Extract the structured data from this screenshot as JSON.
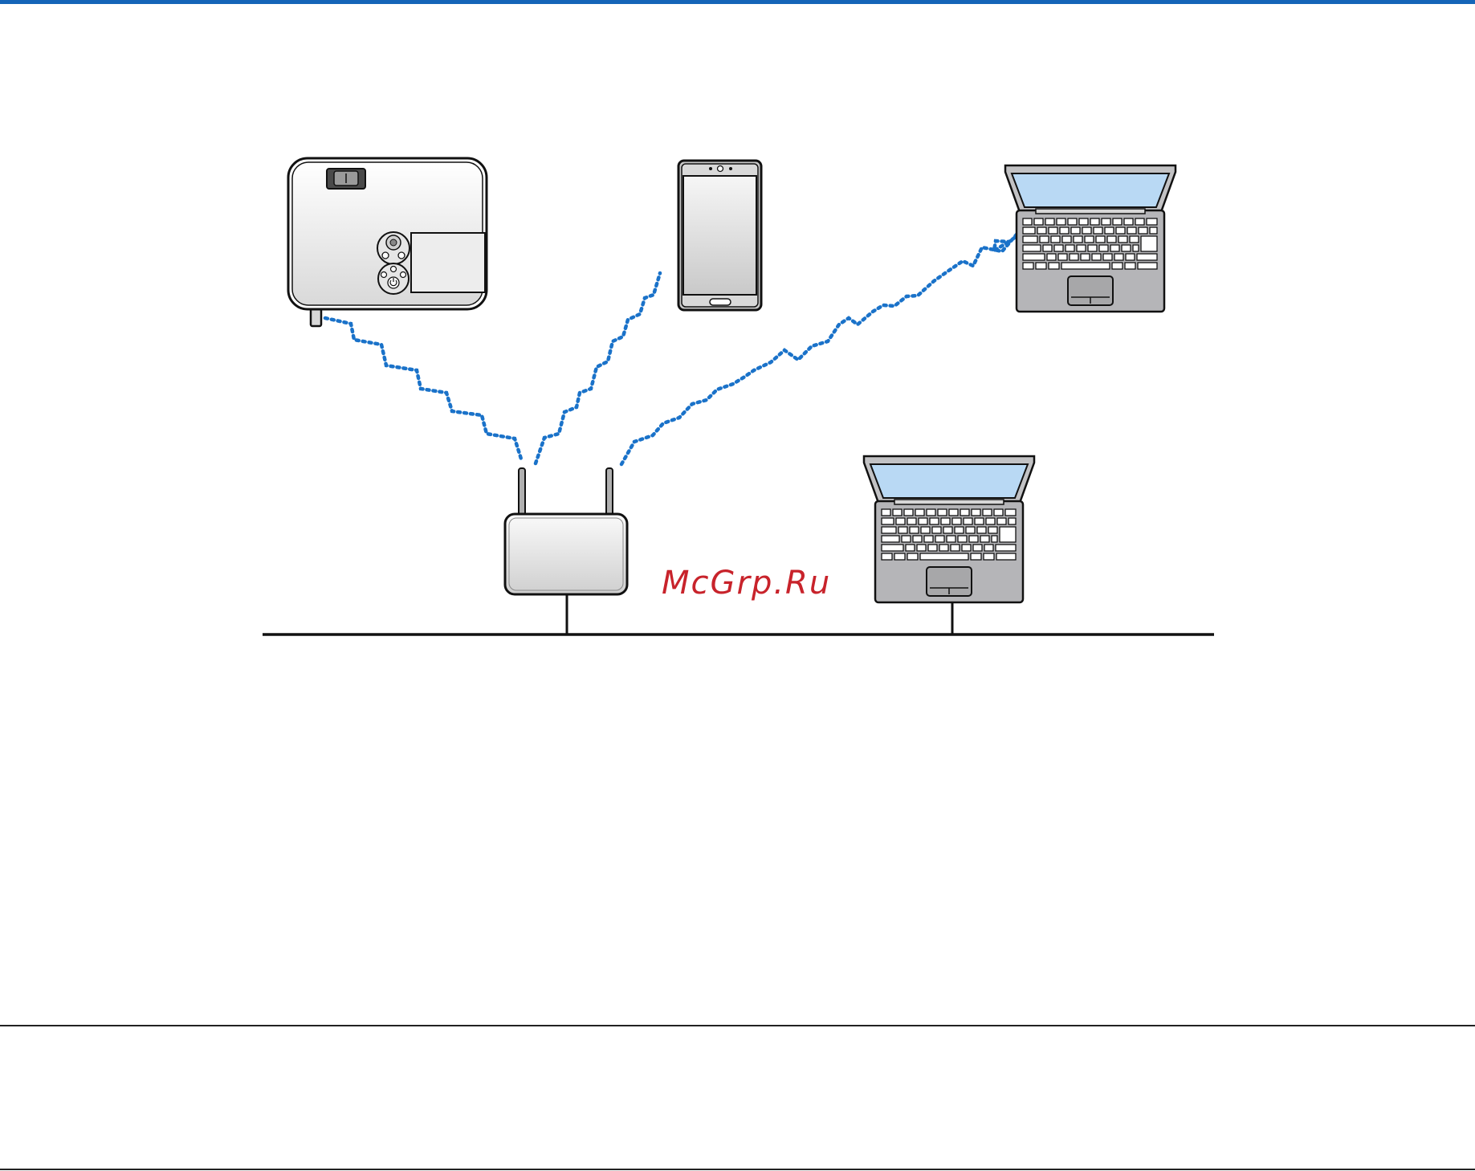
{
  "watermark": {
    "text": "McGrp.Ru",
    "color": "#c8232b"
  },
  "colors": {
    "wireless_link": "#1a72c9",
    "accent_rule": "#1565b8",
    "laptop_screen": "#b9d9f4",
    "laptop_body": "#b5b5b8",
    "device_shell": "#eeeeee"
  },
  "nodes": [
    {
      "id": "projector",
      "icon": "projector-icon"
    },
    {
      "id": "smartphone",
      "icon": "smartphone-icon"
    },
    {
      "id": "laptop-wireless",
      "icon": "laptop-icon"
    },
    {
      "id": "access-point",
      "icon": "wireless-router-icon"
    },
    {
      "id": "laptop-wired",
      "icon": "laptop-icon"
    }
  ],
  "links": [
    {
      "from": "projector",
      "to": "access-point",
      "type": "wireless"
    },
    {
      "from": "smartphone",
      "to": "access-point",
      "type": "wireless"
    },
    {
      "from": "laptop-wireless",
      "to": "access-point",
      "type": "wireless"
    },
    {
      "from": "access-point",
      "to": "lan",
      "type": "wired"
    },
    {
      "from": "laptop-wired",
      "to": "lan",
      "type": "wired"
    }
  ]
}
